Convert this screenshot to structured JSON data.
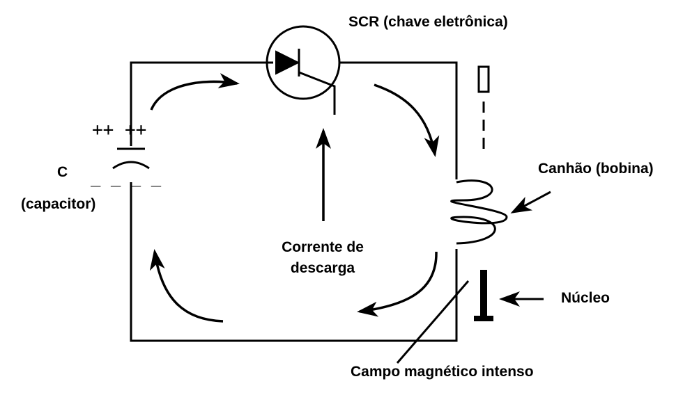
{
  "labels": {
    "scr": "SCR (chave eletrônica)",
    "capacitor_letter": "C",
    "capacitor_name": "(capacitor)",
    "current_line1": "Corrente de",
    "current_line2": "descarga",
    "coil": "Canhão (bobina)",
    "core": "Núcleo",
    "field": "Campo magnético intenso"
  },
  "capacitor_signs": {
    "positive": "++ ++",
    "negative": "_ _ _ _"
  },
  "colors": {
    "ink": "#000000",
    "background": "#ffffff"
  }
}
